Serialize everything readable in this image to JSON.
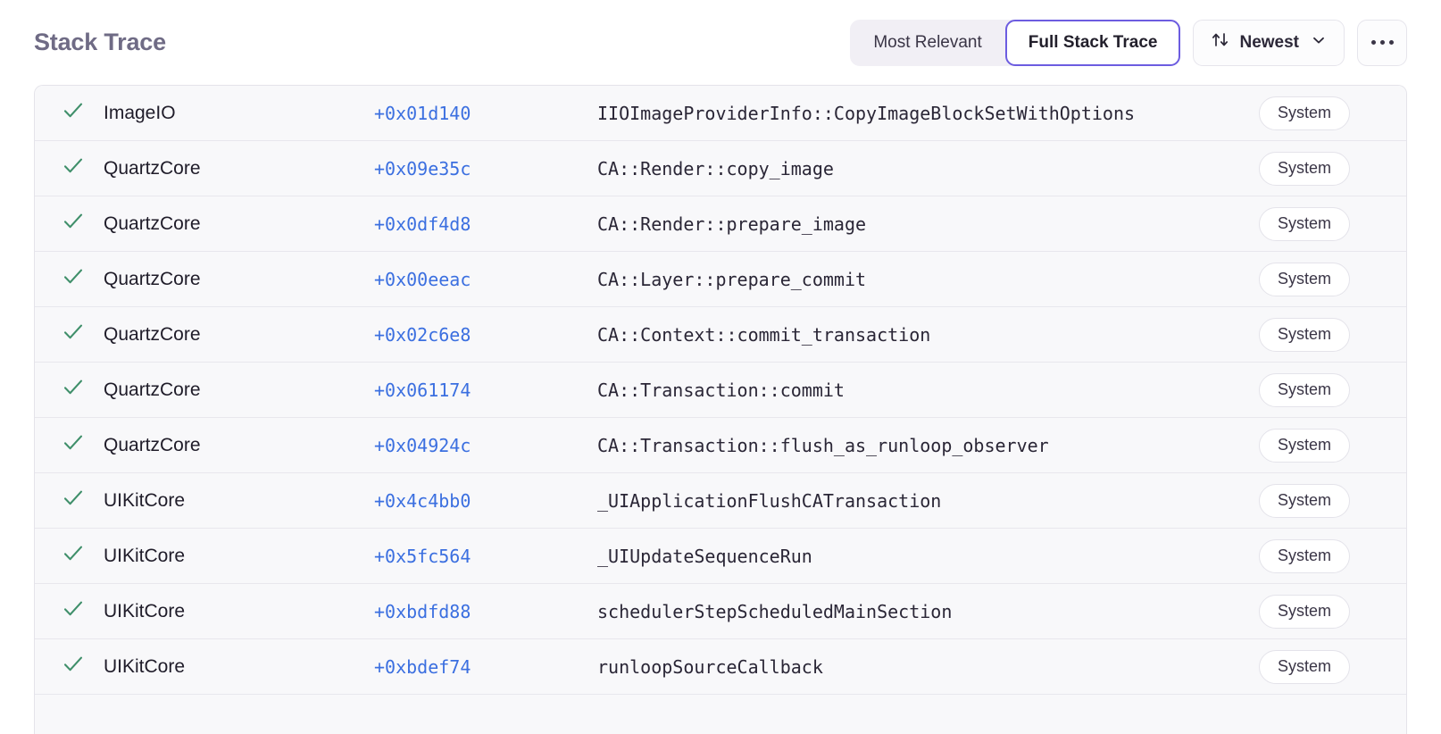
{
  "header": {
    "title": "Stack Trace",
    "segmented": {
      "options": [
        {
          "label": "Most Relevant",
          "selected": false
        },
        {
          "label": "Full Stack Trace",
          "selected": true
        }
      ]
    },
    "sort": {
      "icon": "sort-arrows-icon",
      "label": "Newest",
      "chevron": "chevron-down-icon"
    },
    "more": {
      "icon": "ellipsis-icon"
    }
  },
  "colors": {
    "accent_purple": "#6c5ce0",
    "title_purple": "#6f6b85",
    "offset_blue": "#3b6fe0",
    "check_green": "#3f8f6a",
    "row_bg": "#f8f8fa",
    "row_border": "#e8e7ed",
    "segment_bg": "#f1eff5"
  },
  "table": {
    "rows": [
      {
        "check": "check-icon",
        "module": "ImageIO",
        "offset": "+0x01d140",
        "symbol": "IIOImageProviderInfo::CopyImageBlockSetWithOptions",
        "badge": "System"
      },
      {
        "check": "check-icon",
        "module": "QuartzCore",
        "offset": "+0x09e35c",
        "symbol": "CA::Render::copy_image",
        "badge": "System"
      },
      {
        "check": "check-icon",
        "module": "QuartzCore",
        "offset": "+0x0df4d8",
        "symbol": "CA::Render::prepare_image",
        "badge": "System"
      },
      {
        "check": "check-icon",
        "module": "QuartzCore",
        "offset": "+0x00eeac",
        "symbol": "CA::Layer::prepare_commit",
        "badge": "System"
      },
      {
        "check": "check-icon",
        "module": "QuartzCore",
        "offset": "+0x02c6e8",
        "symbol": "CA::Context::commit_transaction",
        "badge": "System"
      },
      {
        "check": "check-icon",
        "module": "QuartzCore",
        "offset": "+0x061174",
        "symbol": "CA::Transaction::commit",
        "badge": "System"
      },
      {
        "check": "check-icon",
        "module": "QuartzCore",
        "offset": "+0x04924c",
        "symbol": "CA::Transaction::flush_as_runloop_observer",
        "badge": "System"
      },
      {
        "check": "check-icon",
        "module": "UIKitCore",
        "offset": "+0x4c4bb0",
        "symbol": "_UIApplicationFlushCATransaction",
        "badge": "System"
      },
      {
        "check": "check-icon",
        "module": "UIKitCore",
        "offset": "+0x5fc564",
        "symbol": "_UIUpdateSequenceRun",
        "badge": "System"
      },
      {
        "check": "check-icon",
        "module": "UIKitCore",
        "offset": "+0xbdfd88",
        "symbol": "schedulerStepScheduledMainSection",
        "badge": "System"
      },
      {
        "check": "check-icon",
        "module": "UIKitCore",
        "offset": "+0xbdef74",
        "symbol": "runloopSourceCallback",
        "badge": "System"
      }
    ]
  }
}
